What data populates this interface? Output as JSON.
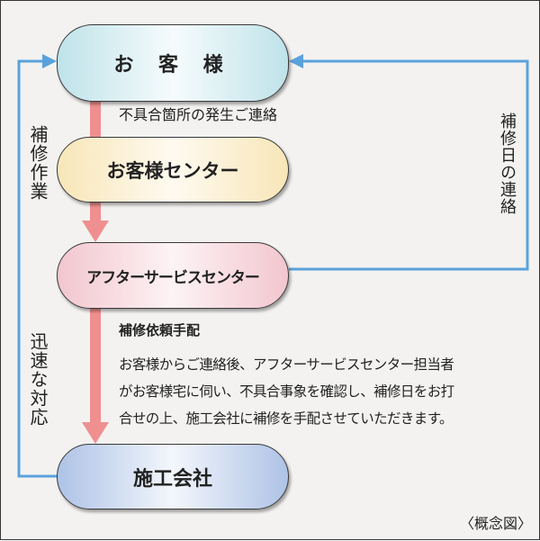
{
  "nodes": {
    "customer": "お 客 様",
    "customer_center": "お客様センター",
    "after_service_center": "アフターサービスセンター",
    "contractor": "施工会社"
  },
  "labels": {
    "report_defect": "不具合箇所の発生ご連絡",
    "repair_work": "補修作業",
    "quick_response": "迅速な対応",
    "repair_date_contact": "補修日の連絡",
    "repair_request": "補修依頼手配",
    "description": [
      "お客様からご連絡後、アフターサービスセンター担当者",
      "がお客様宅に伺い、不具合事象を確認し、補修日をお打",
      "合せの上、施工会社に補修を手配させていただきます。"
    ],
    "caption": "〈概念図〉"
  },
  "colors": {
    "flow_arrow": "#ef8f8f",
    "feedback_line": "#5aa2dc"
  }
}
